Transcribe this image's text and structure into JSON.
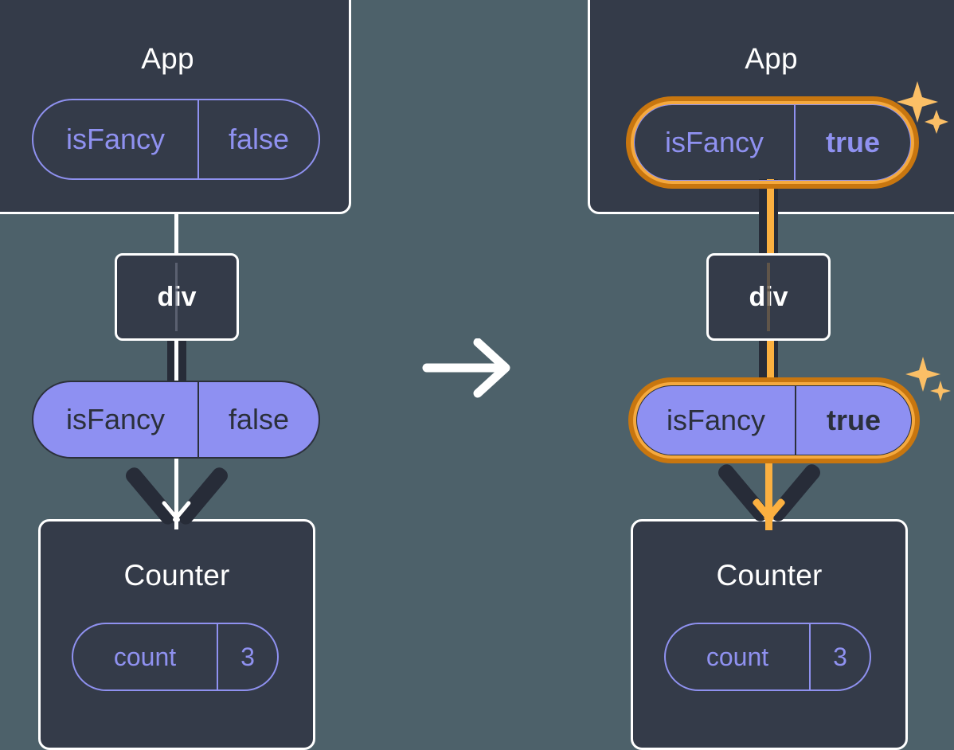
{
  "diagram": {
    "title": "React state update propagation diagram",
    "background_color": "#4d616a",
    "arrow_between": "right-arrow",
    "panels": [
      {
        "id": "before",
        "app": {
          "label": "App",
          "state_pill": {
            "key": "isFancy",
            "value": "false",
            "highlighted": false,
            "style": "outline"
          }
        },
        "div": {
          "label": "div"
        },
        "prop_pill": {
          "key": "isFancy",
          "value": "false",
          "highlighted": false,
          "style": "filled"
        },
        "counter": {
          "label": "Counter",
          "state_pill": {
            "key": "count",
            "value": "3",
            "highlighted": false,
            "style": "outline"
          }
        },
        "connector_color": "#ffffff",
        "sparkles": 0
      },
      {
        "id": "after",
        "app": {
          "label": "App",
          "state_pill": {
            "key": "isFancy",
            "value": "true",
            "highlighted": true,
            "style": "outline"
          }
        },
        "div": {
          "label": "div"
        },
        "prop_pill": {
          "key": "isFancy",
          "value": "true",
          "highlighted": true,
          "style": "filled"
        },
        "counter": {
          "label": "Counter",
          "state_pill": {
            "key": "count",
            "value": "3",
            "highlighted": false,
            "style": "outline"
          }
        },
        "connector_color": "#fbb040",
        "sparkles": 2
      }
    ],
    "colors": {
      "box_fill": "#343b49",
      "box_border": "#ffffff",
      "pill_purple_fill": "#8e90f2",
      "pill_purple_outline": "#8f91f0",
      "text_dark": "#2b303b",
      "highlight_outer_orange": "#c8760f",
      "highlight_inner_orange": "#f5a93e",
      "amber_line": "#fbb040",
      "dark_connector": "#272c38"
    }
  }
}
